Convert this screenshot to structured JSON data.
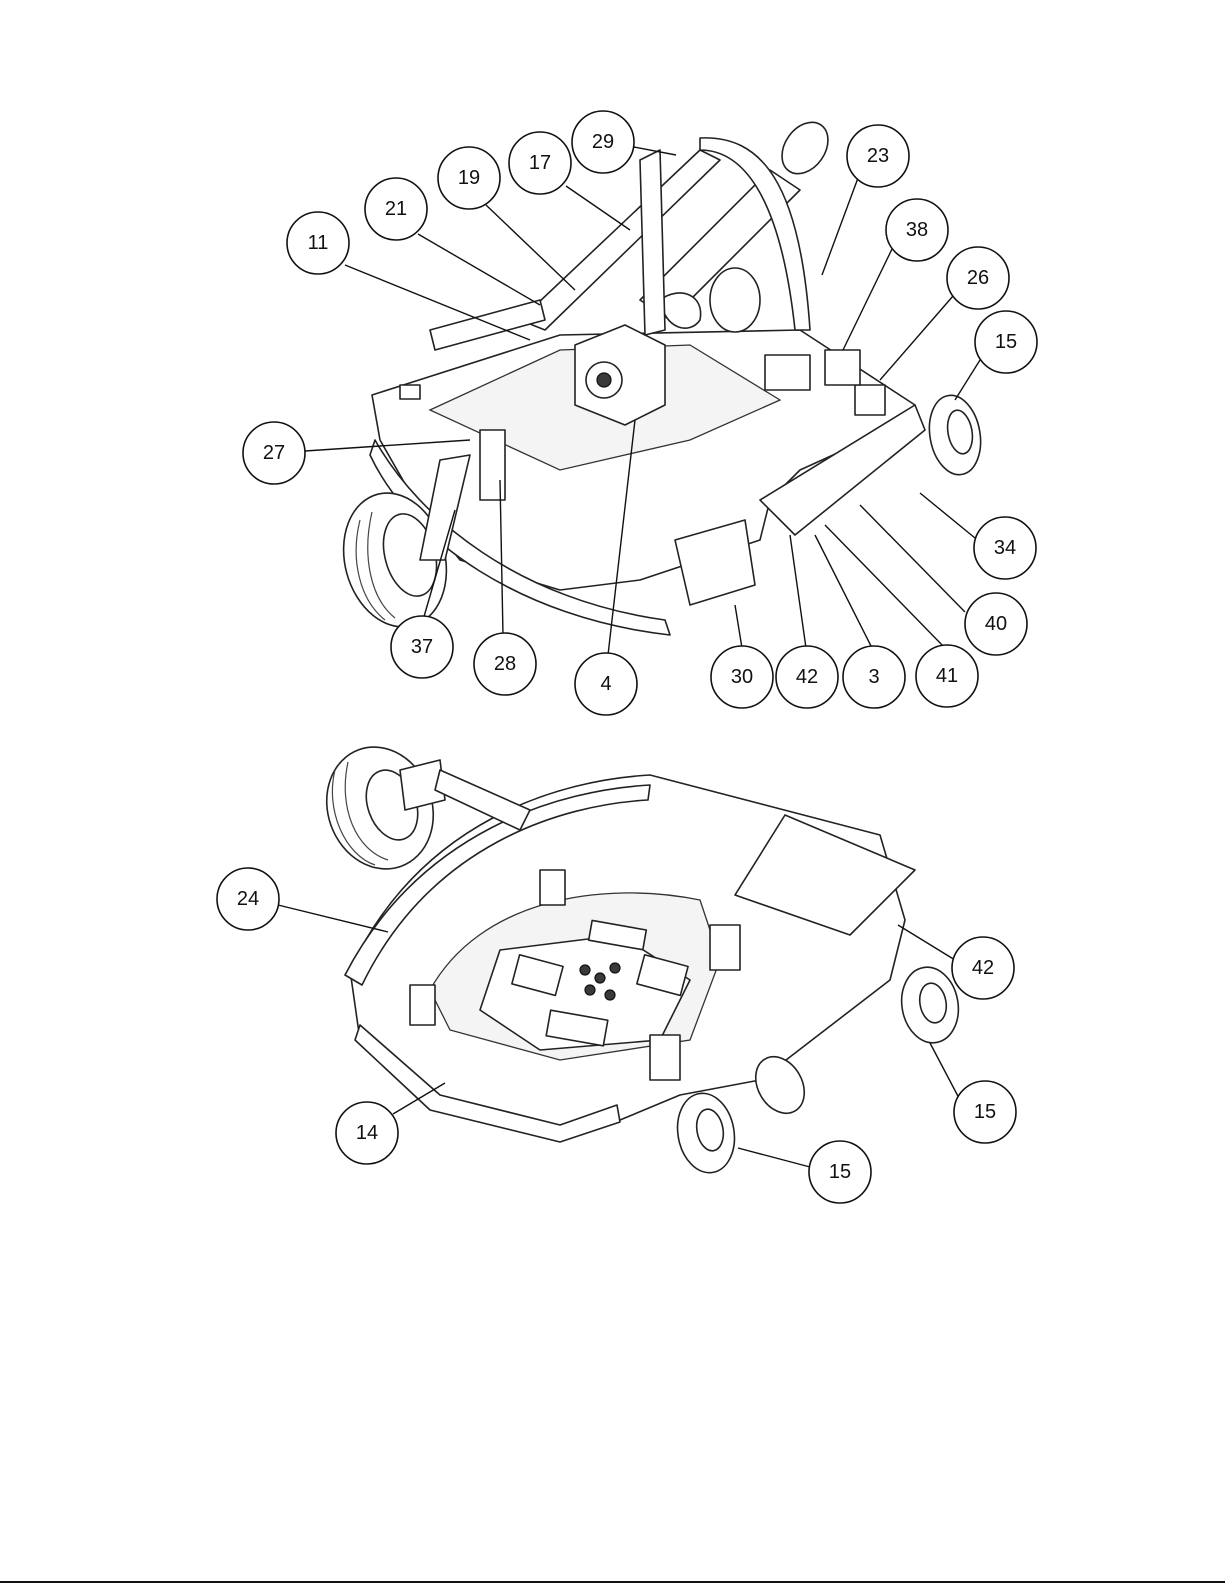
{
  "callouts_top": [
    {
      "id": "c29",
      "label": "29"
    },
    {
      "id": "c17",
      "label": "17"
    },
    {
      "id": "c19",
      "label": "19"
    },
    {
      "id": "c21",
      "label": "21"
    },
    {
      "id": "c11",
      "label": "11"
    },
    {
      "id": "c23",
      "label": "23"
    },
    {
      "id": "c38",
      "label": "38"
    },
    {
      "id": "c26",
      "label": "26"
    },
    {
      "id": "c15a",
      "label": "15"
    },
    {
      "id": "c27",
      "label": "27"
    },
    {
      "id": "c34",
      "label": "34"
    },
    {
      "id": "c40",
      "label": "40"
    },
    {
      "id": "c37",
      "label": "37"
    },
    {
      "id": "c28",
      "label": "28"
    },
    {
      "id": "c4",
      "label": "4"
    },
    {
      "id": "c30",
      "label": "30"
    },
    {
      "id": "c42a",
      "label": "42"
    },
    {
      "id": "c3",
      "label": "3"
    },
    {
      "id": "c41",
      "label": "41"
    }
  ],
  "callouts_bottom": [
    {
      "id": "c24",
      "label": "24"
    },
    {
      "id": "c42b",
      "label": "42"
    },
    {
      "id": "c15b",
      "label": "15"
    },
    {
      "id": "c14",
      "label": "14"
    },
    {
      "id": "c15c",
      "label": "15"
    }
  ]
}
